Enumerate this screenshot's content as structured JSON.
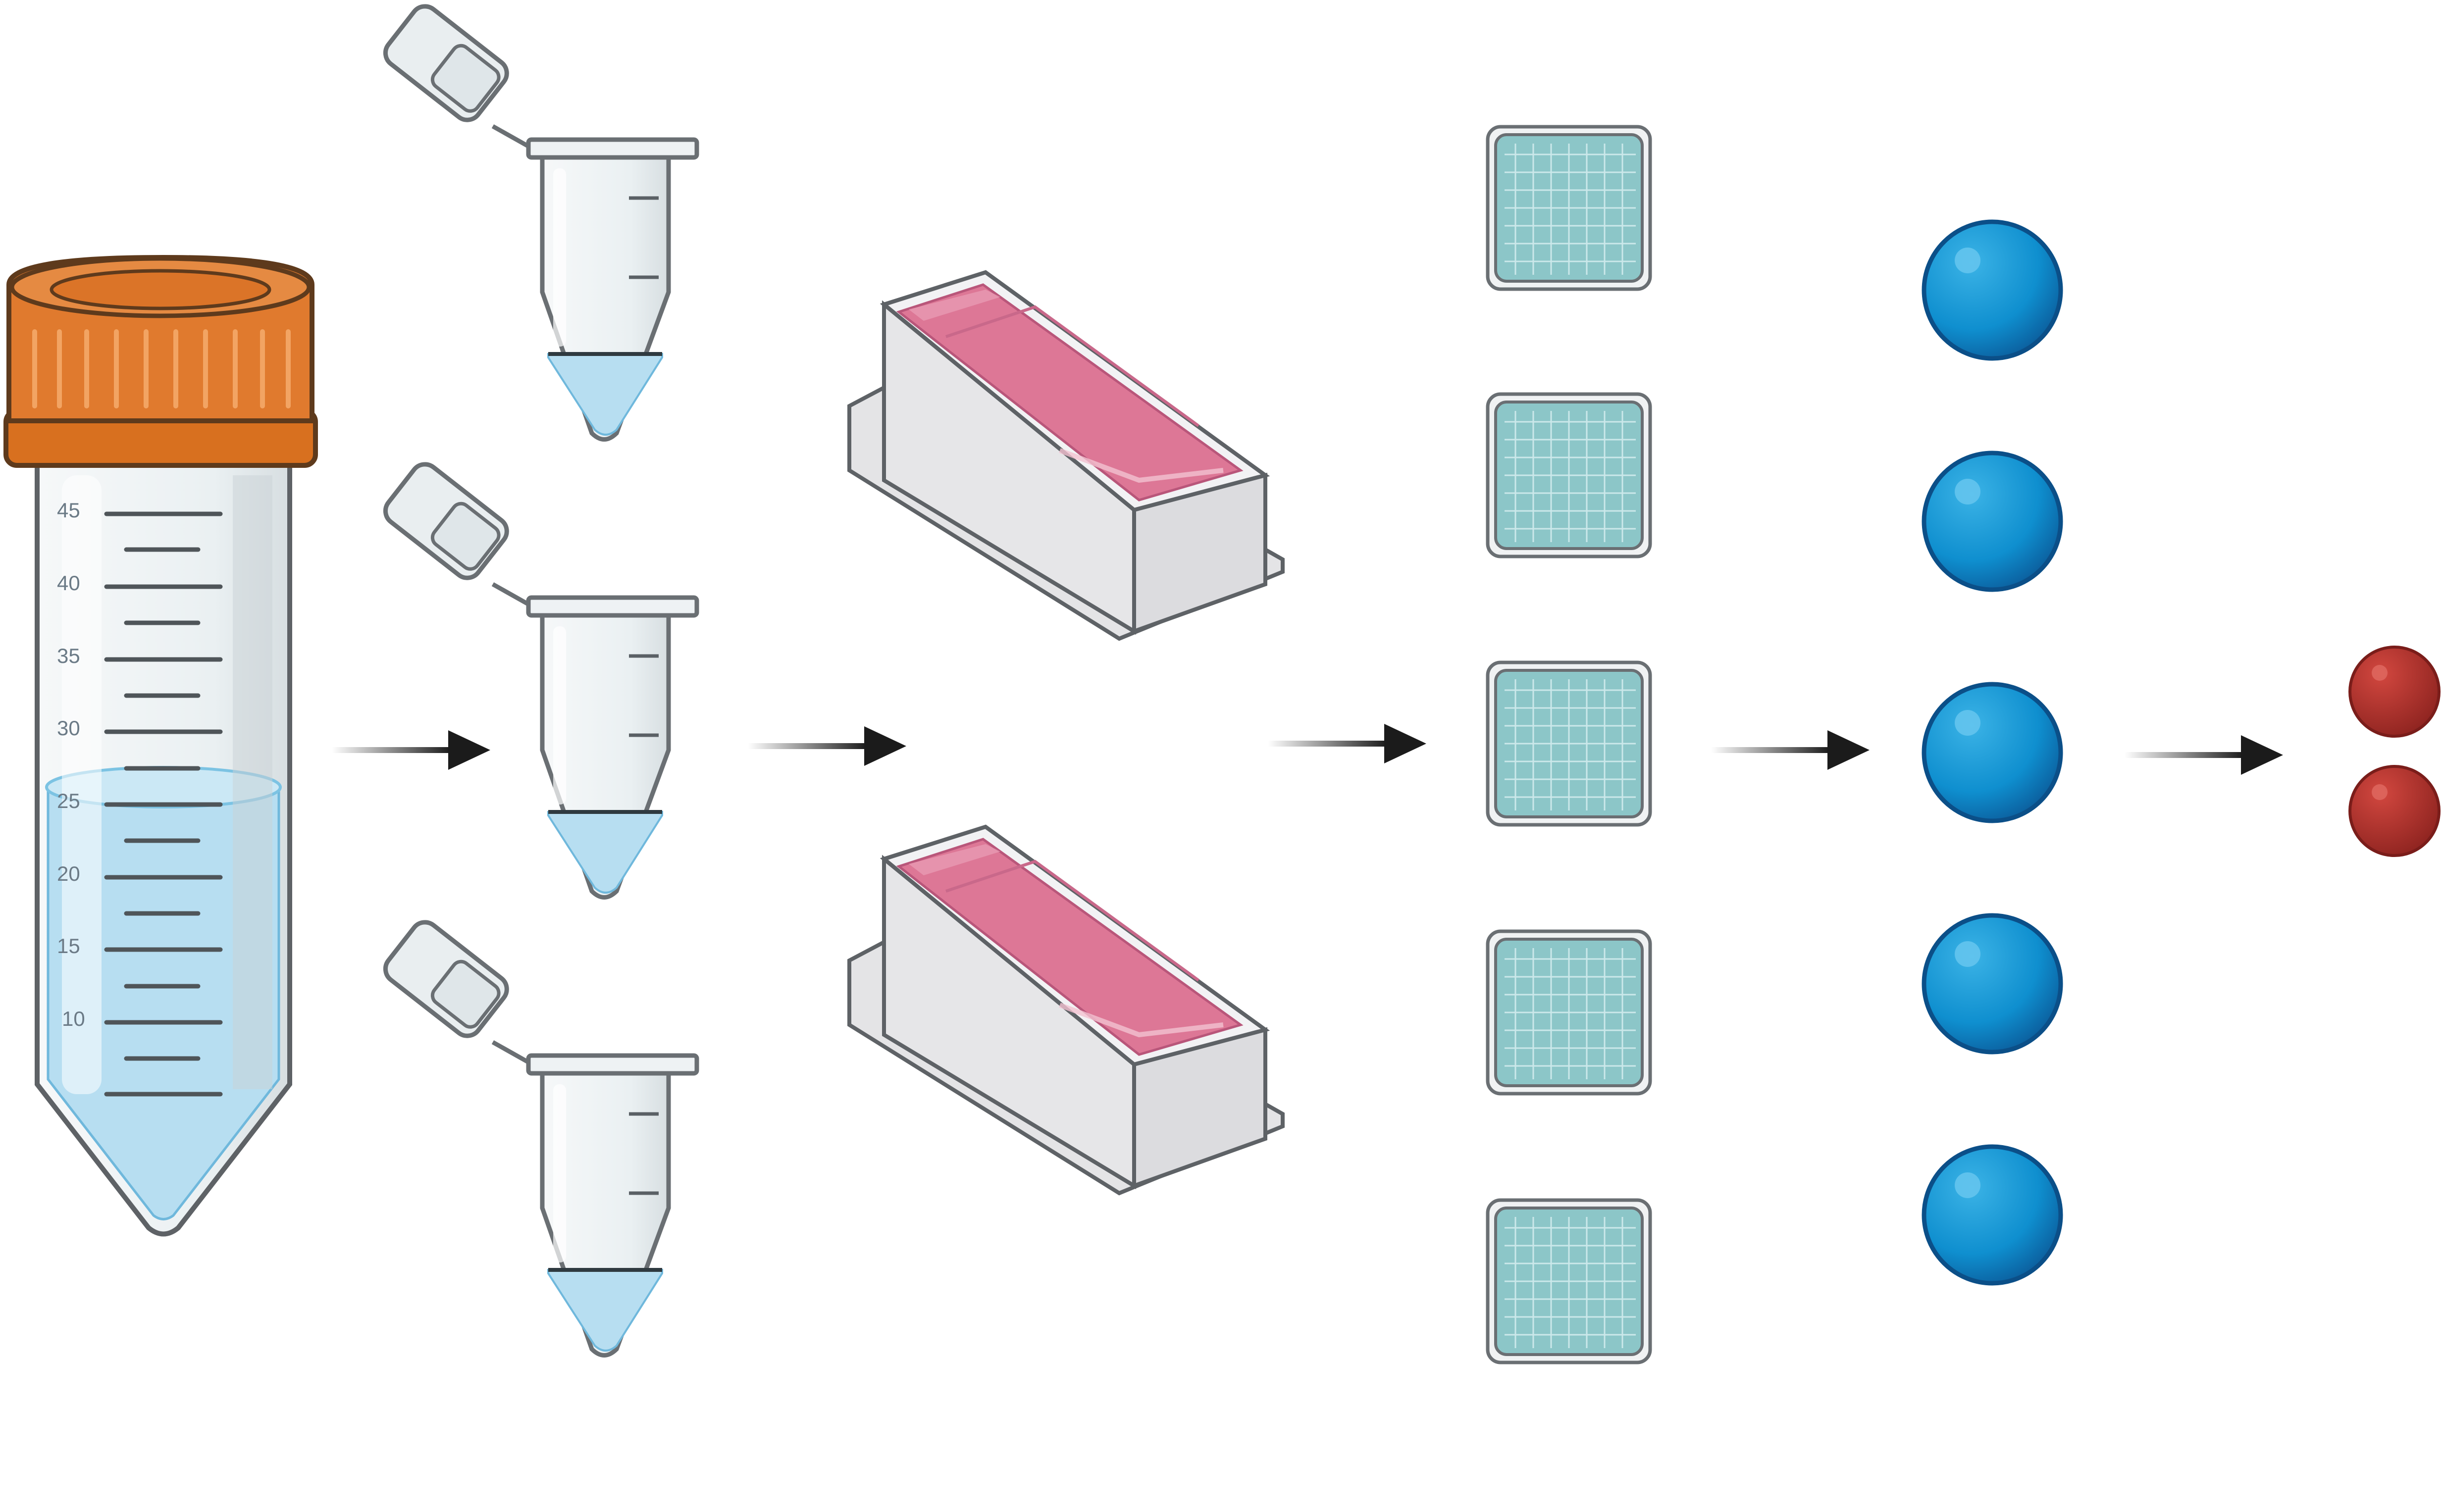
{
  "colors": {
    "cap": "#e07a2e",
    "cap_dark": "#b85a17",
    "liquid": "#b7def1",
    "liquid_edge": "#6fb8dc",
    "tube_glass": "#eef3f5",
    "tube_outline": "#6a6f73",
    "medium": "#dd7796",
    "flask_body": "#e6e6e8",
    "hemocytometer": "#8cc6c8",
    "cell": "#0f8fcf",
    "cell_dark": "#0b4f88",
    "rbc": "#b3302b",
    "arrow": "#1b1b1b"
  },
  "icons": {
    "stock": "centrifuge-tube-icon",
    "aliquot": "microcentrifuge-tube-icon",
    "culture": "culture-flask-icon",
    "count": "hemocytometer-icon",
    "cell": "cell-icon",
    "rbc": "red-blood-cell-icon",
    "arrow": "arrow-right-icon"
  },
  "tube": {
    "graduations": [
      "45",
      "40",
      "35",
      "30",
      "25",
      "20",
      "15",
      "10"
    ]
  }
}
